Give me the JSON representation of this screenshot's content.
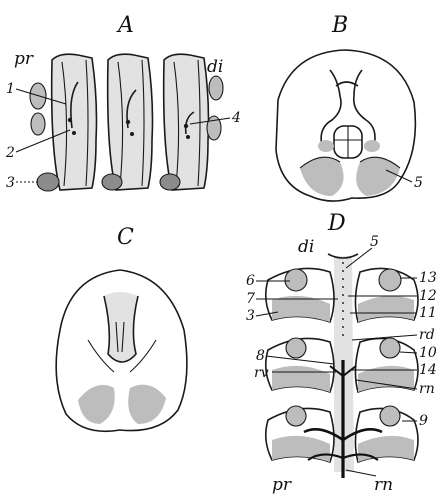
{
  "panels": {
    "A": {
      "letter": "A",
      "labels": {
        "pr": "pr",
        "di": "di",
        "n1": "1",
        "n2": "2",
        "n3": "3",
        "n4": "4"
      }
    },
    "B": {
      "letter": "B",
      "labels": {
        "n5": "5"
      }
    },
    "C": {
      "letter": "C"
    },
    "D": {
      "letter": "D",
      "labels": {
        "di": "di",
        "n5": "5",
        "n6": "6",
        "n7": "7",
        "n3": "3",
        "n8": "8",
        "rv": "rv",
        "n13": "13",
        "n12": "12",
        "n11": "11",
        "rd": "rd",
        "n10": "10",
        "n14": "14",
        "rn1": "rn",
        "n9": "9",
        "pr": "pr",
        "rn2": "rn"
      }
    }
  },
  "colors": {
    "ink": "#1a1a1a",
    "shade": "#bdbdbd",
    "background": "#ffffff"
  }
}
